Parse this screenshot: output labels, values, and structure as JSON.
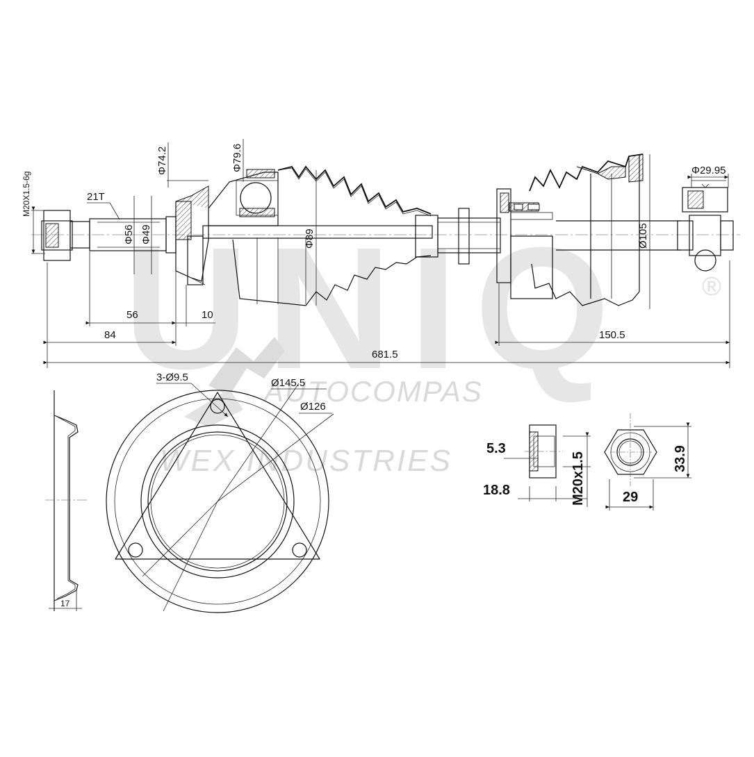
{
  "watermark": {
    "brand": "UNIQ",
    "registered": "®",
    "line1": "AUTOCOMPAS",
    "line2": "WEX INDUSTRIES"
  },
  "shaft": {
    "thread_spec": "M20X1.5-6g",
    "spline": "21T",
    "dia_56": "Φ56",
    "dia_49": "Φ49",
    "dia_74": "Φ74.2",
    "dia_79": "Φ79.6",
    "dia_89": "Φ89",
    "dia_105": "Ø105",
    "dia_2995": "Φ29.95",
    "len_56": "56",
    "len_10": "10",
    "len_84": "84",
    "len_1505": "150.5",
    "len_total": "681.5"
  },
  "flange": {
    "holes": "3-Ø9.5",
    "outer": "Ø145.5",
    "inner": "Ø126",
    "thickness": "17"
  },
  "nut": {
    "width": "5.3",
    "height": "18.8",
    "thread": "M20x1.5",
    "across_corners": "33.9",
    "across_flats": "29"
  }
}
